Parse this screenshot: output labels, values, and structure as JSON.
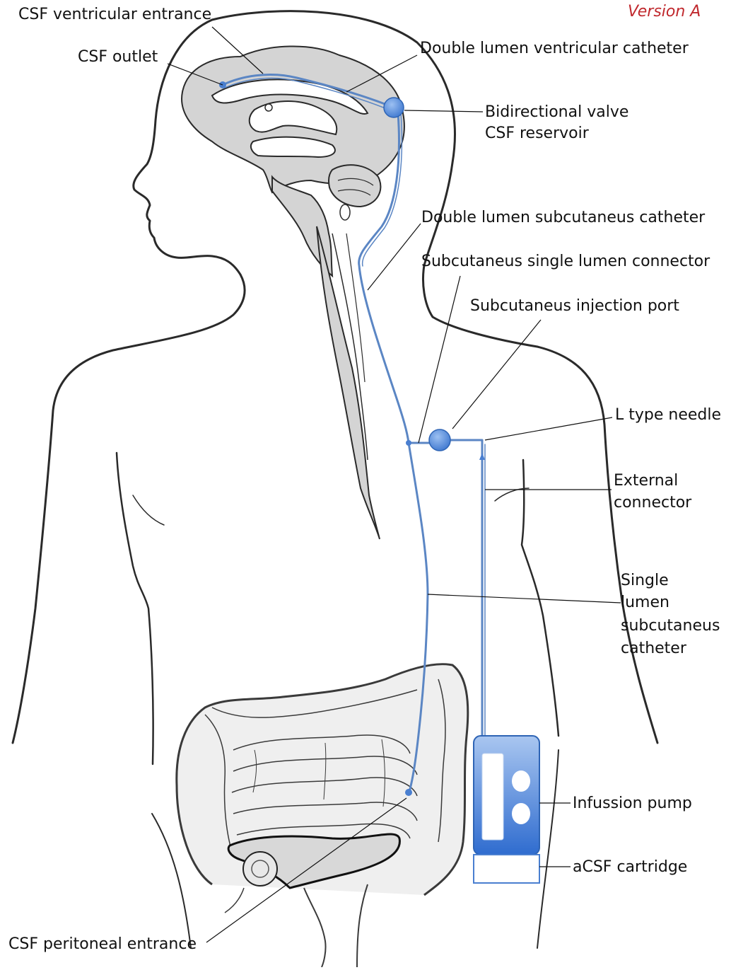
{
  "version": "Version A",
  "labels": {
    "csf_ventricular_entrance": "CSF ventricular entrance",
    "csf_outlet": "CSF outlet",
    "double_lumen_ventricular_catheter": "Double lumen ventricular catheter",
    "bidirectional_valve": "Bidirectional valve",
    "csf_reservoir": "CSF reservoir",
    "double_lumen_subcutaneus_catheter": "Double lumen subcutaneus catheter",
    "subcutaneus_single_lumen_connector": "Subcutaneus single lumen connector",
    "subcutaneus_injection_port": "Subcutaneus injection port",
    "l_type_needle": "L type needle",
    "external_connector_1": "External",
    "external_connector_2": "connector",
    "single_lumen_1": "Single",
    "single_lumen_2": "lumen",
    "single_lumen_3": "subcutaneus",
    "single_lumen_4": "catheter",
    "infussion_pump": "Infussion pump",
    "acsf_cartridge": "aCSF cartridge",
    "csf_peritoneal_entrance": "CSF peritoneal entrance"
  },
  "colors": {
    "catheter": "#5b86c4",
    "device_blue": "#4a7fd0",
    "outline": "#2a2a2a",
    "brain_fill": "#d2d2d2",
    "version_red": "#c0282d"
  }
}
